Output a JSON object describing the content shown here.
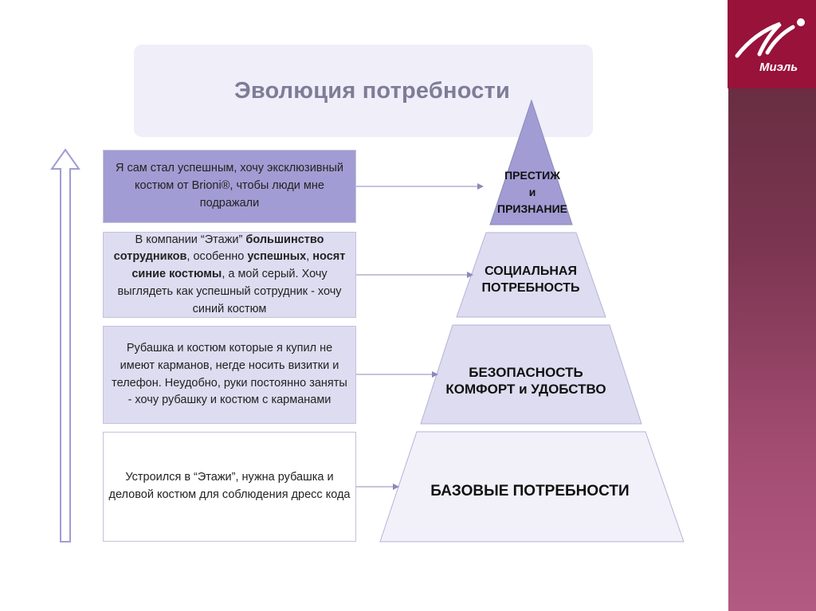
{
  "header": {
    "title": "Эволюция потребности"
  },
  "brand": {
    "name": "Миэль",
    "color": "#98123a"
  },
  "stages": [
    {
      "text": "Я сам стал успешным, хочу эксклюзивный костюм от Brioni®, чтобы люди мне подражали"
    },
    {
      "text_parts": [
        "В компании “Этажи” ",
        "большинство сотрудников",
        ", особенно ",
        "успешных",
        ", ",
        "носят синие костюмы",
        ", а мой серый. Хочу выглядеть как успешный сотрудник - хочу синий костюм"
      ]
    },
    {
      "text": "Рубашка и костюм которые я купил не имеют карманов, негде носить визитки и телефон. Неудобно, руки постоянно заняты - хочу рубашку и костюм с карманами"
    },
    {
      "text": "Устроился в “Этажи”, нужна рубашка и деловой костюм для соблюдения дресс кода"
    }
  ],
  "pyramid": [
    {
      "lines": [
        "ПРЕСТИЖ",
        "и",
        "ПРИЗНАНИЕ"
      ],
      "color": "#a19cd3"
    },
    {
      "lines": [
        "СОЦИАЛЬНАЯ",
        "ПОТРЕБНОСТЬ"
      ],
      "color": "#dedcf0"
    },
    {
      "lines": [
        "БЕЗОПАСНОСТЬ",
        "КОМФОРТ и УДОБСТВО"
      ],
      "color": "#dedcf0"
    },
    {
      "lines": [
        "БАЗОВЫЕ ПОТРЕБНОСТИ"
      ],
      "color": "#f2f1fa"
    }
  ],
  "icons": {
    "progression": "up-arrow-icon",
    "connector": "right-arrow-icon"
  }
}
